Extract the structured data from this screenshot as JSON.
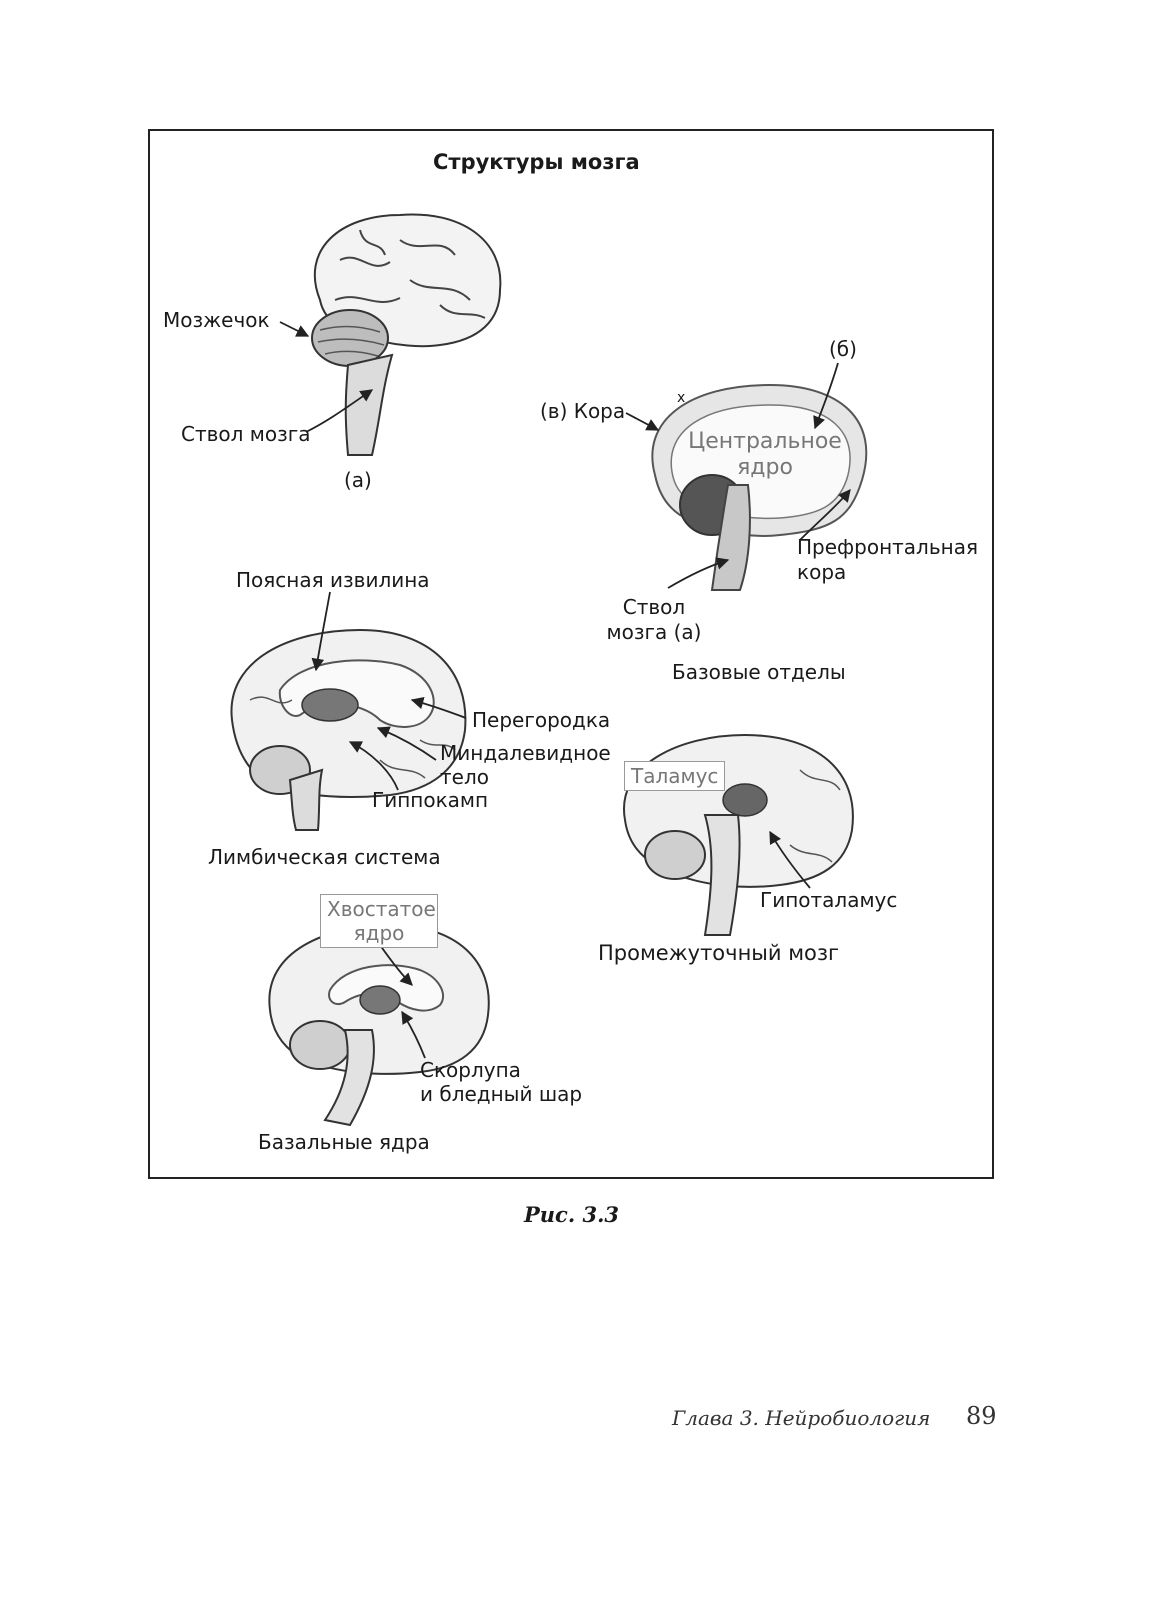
{
  "figure": {
    "title": "Структуры мозга",
    "panel_a": {
      "cerebellum": "Мозжечок",
      "brainstem": "Ствол мозга",
      "tag": "(а)"
    },
    "panel_base": {
      "cortex": "(в) Кора",
      "mark_x": "x",
      "tag_b": "(б)",
      "central_core_1": "Центральное",
      "central_core_2": "ядро",
      "prefrontal_1": "Префронтальная",
      "prefrontal_2": "кора",
      "brainstem_1": "Ствол",
      "brainstem_2": "мозга (а)",
      "caption": "Базовые отделы"
    },
    "panel_limbic": {
      "cingulate": "Поясная извилина",
      "septum": "Перегородка",
      "amygdala_1": "Миндалевидное",
      "amygdala_2": "тело",
      "hippocampus": "Гиппокамп",
      "caption": "Лимбическая система"
    },
    "panel_diencephalon": {
      "thalamus": "Таламус",
      "hypothalamus": "Гипоталамус",
      "caption": "Промежуточный мозг"
    },
    "panel_basal": {
      "caudate_1": "Хвостатое",
      "caudate_2": "ядро",
      "putamen_1": "Скорлупа",
      "putamen_2": "и бледный шар",
      "caption": "Базальные ядра"
    }
  },
  "figure_caption": "Рис. 3.3",
  "footer": {
    "chapter": "Глава 3. Нейробиология",
    "page_number": "89"
  }
}
